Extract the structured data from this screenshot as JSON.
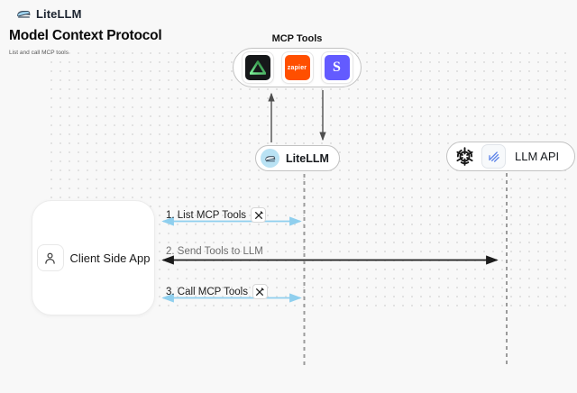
{
  "header": {
    "brand": "LiteLLM",
    "title": "Model Context Protocol",
    "subtitle": "List and call MCP tools"
  },
  "mcp_tools": {
    "label": "MCP Tools",
    "icons": [
      {
        "name": "green-triangle-logo",
        "bg": "#16181a"
      },
      {
        "name": "zapier-logo",
        "bg": "#ff4f00",
        "text": "zapier"
      },
      {
        "name": "stripe-logo",
        "bg": "#635bff",
        "text": "S"
      }
    ]
  },
  "nodes": {
    "litellm": {
      "label": "LiteLLM"
    },
    "llm_api": {
      "label": "LLM API"
    },
    "client": {
      "label": "Client Side App"
    }
  },
  "messages": [
    {
      "label": "1. List MCP Tools",
      "tools_icon": true
    },
    {
      "label": "2. Send Tools to LLM",
      "tools_icon": false
    },
    {
      "label": "3. Call MCP Tools",
      "tools_icon": true
    }
  ],
  "colors": {
    "background": "#f8f8f8",
    "blue_arrow": "#8fcfee",
    "dark_arrow": "#1c1c1c",
    "gray_arrow": "#4f4f4f",
    "lifeline": "#9b9b9b",
    "zapier_orange": "#ff4f00",
    "stripe_purple": "#635bff",
    "litellm_logo_blue": "#b9e2f4"
  }
}
